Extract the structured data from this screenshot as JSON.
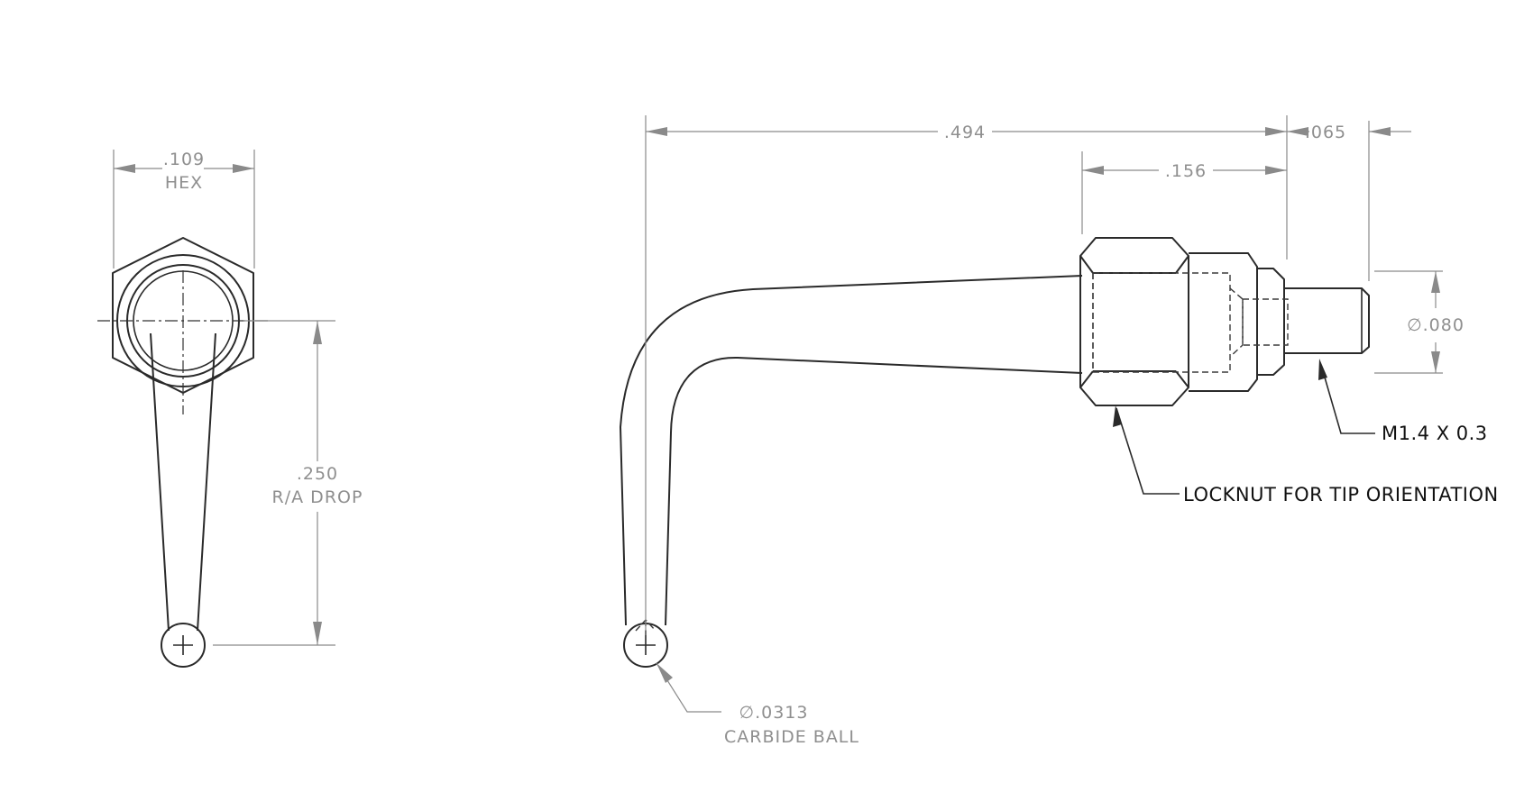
{
  "drawing": {
    "side_view": {
      "hex_dim_value": ".109",
      "hex_dim_label": "HEX",
      "drop_dim_value": ".250",
      "drop_dim_label": "R/A DROP"
    },
    "front_view": {
      "overall_length": ".494",
      "thread_length": ".065",
      "hex_length": ".156",
      "thread_diameter": "∅.080",
      "thread_spec": "M1.4 X 0.3",
      "locknut_note": "LOCKNUT FOR TIP ORIENTATION",
      "ball_diameter": "∅.0313",
      "ball_label": "CARBIDE BALL"
    }
  }
}
